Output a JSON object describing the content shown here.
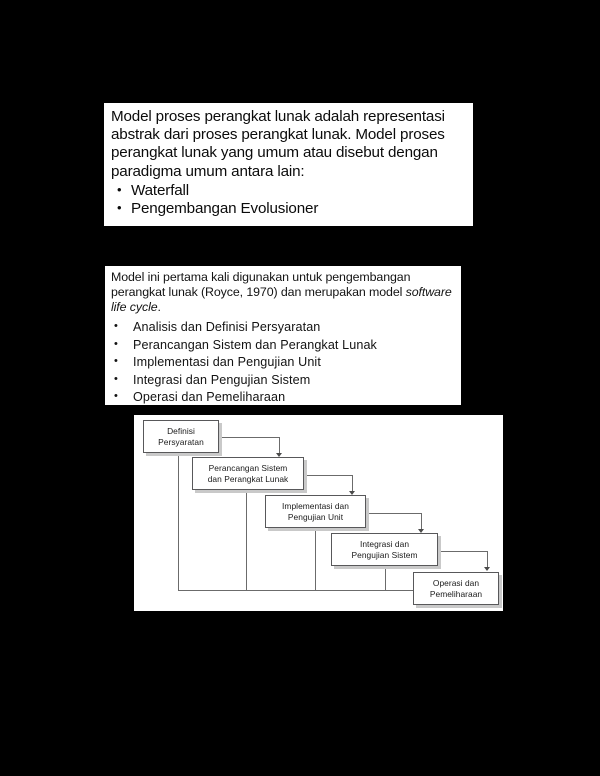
{
  "page": {
    "background_color": "#000000",
    "panel_color": "#ffffff"
  },
  "block_one": {
    "paragraph": "Model proses perangkat lunak adalah representasi abstrak dari proses perangkat lunak. Model proses perangkat lunak yang umum atau disebut dengan paradigma umum antara lain:",
    "bullets": [
      "Waterfall",
      "Pengembangan Evolusioner"
    ]
  },
  "block_two": {
    "paragraph_part1": "Model ini pertama kali digunakan untuk pengembangan perangkat lunak (Royce, 1970) dan merupakan model ",
    "paragraph_italic": "software life cycle",
    "paragraph_part2": ".",
    "phases": [
      "Analisis dan Definisi Persyaratan",
      "Perancangan Sistem dan Perangkat Lunak",
      "Implementasi dan Pengujian Unit",
      "Integrasi dan Pengujian Sistem",
      "Operasi dan Pemeliharaan"
    ]
  },
  "diagram": {
    "stages": [
      {
        "line1": "Definisi",
        "line2": "Persyaratan"
      },
      {
        "line1": "Perancangan Sistem",
        "line2": "dan Perangkat Lunak"
      },
      {
        "line1": "Implementasi dan",
        "line2": "Pengujian Unit"
      },
      {
        "line1": "Integrasi dan",
        "line2": "Pengujian Sistem"
      },
      {
        "line1": "Operasi dan",
        "line2": "Pemeliharaan"
      }
    ],
    "box_border_color": "#58585a",
    "box_shadow_color": "#c9c9c9",
    "connector_color": "#6b6b6b"
  }
}
